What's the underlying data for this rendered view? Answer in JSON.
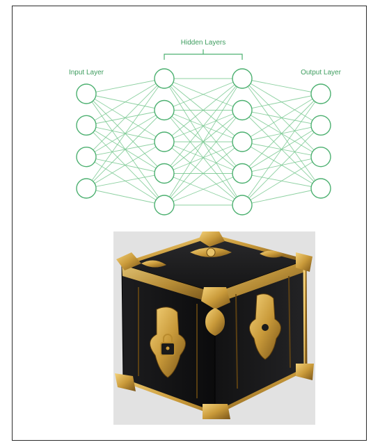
{
  "diagram": {
    "labels": {
      "input": "Input Layer",
      "hidden": "Hidden Layers",
      "output": "Output Layer"
    },
    "layers": [
      {
        "name": "input",
        "nodes": 4
      },
      {
        "name": "hidden-1",
        "nodes": 5
      },
      {
        "name": "hidden-2",
        "nodes": 5
      },
      {
        "name": "output",
        "nodes": 4
      }
    ],
    "fully_connected": true,
    "colors": {
      "node_stroke": "#4cb070",
      "edge": "#78c890",
      "label": "#3e9d5f"
    }
  },
  "image": {
    "subject": "ornate-black-and-gold-chest-icon",
    "colors": {
      "body": "#151515",
      "gold": "#c99a3a",
      "background": "#e2e2e2"
    }
  }
}
